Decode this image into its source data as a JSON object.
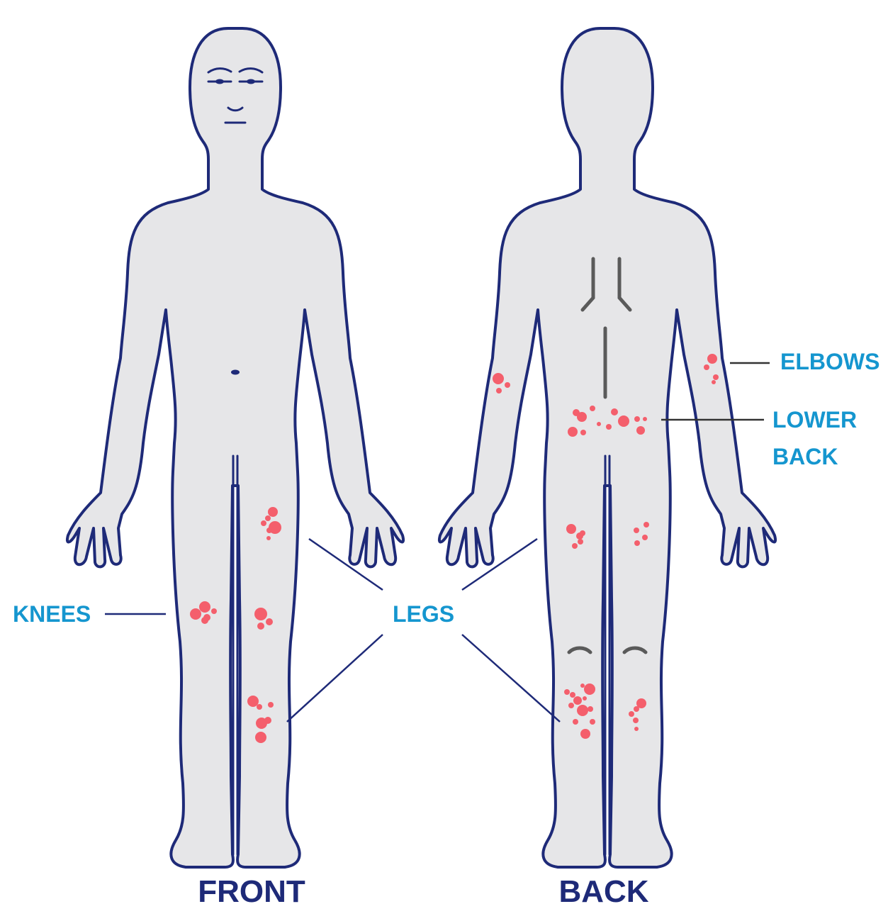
{
  "colors": {
    "outline": "#1e2a78",
    "skin": "#e6e6e8",
    "spot": "#f45f6c",
    "label": "#1596cf",
    "view_label": "#1e2a78"
  },
  "labels": {
    "elbows": "ELBOWS",
    "lower_back_1": "LOWER",
    "lower_back_2": "BACK",
    "knees": "KNEES",
    "legs": "LEGS",
    "front": "FRONT",
    "back": "BACK"
  },
  "affected_areas": [
    {
      "area": "ELBOWS",
      "views": [
        "back"
      ]
    },
    {
      "area": "LOWER BACK",
      "views": [
        "back"
      ]
    },
    {
      "area": "KNEES",
      "views": [
        "front"
      ]
    },
    {
      "area": "LEGS",
      "views": [
        "front",
        "back"
      ]
    }
  ]
}
